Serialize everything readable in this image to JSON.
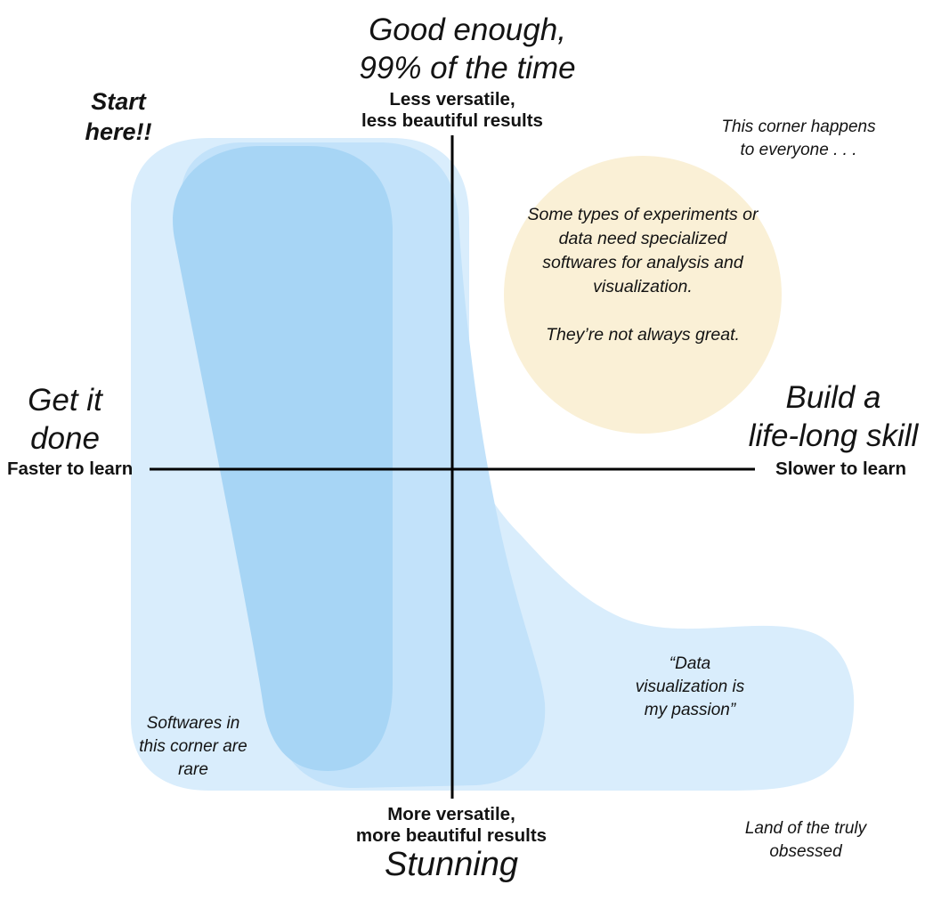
{
  "colors": {
    "background": "#ffffff",
    "blob_light": "#D9EDFC",
    "blob_medium": "#C2E2FA",
    "blob_dark": "#A7D5F5",
    "note_circle": "#FAF0D6",
    "axis": "#000000",
    "text": "#131313"
  },
  "quadrant": {
    "top_title": {
      "line1": "Good enough,",
      "line2": "99% of the time"
    },
    "top_axis": {
      "line1": "Less versatile,",
      "line2": "less beautiful results"
    },
    "bottom_axis": {
      "line1": "More versatile,",
      "line2": "more beautiful results"
    },
    "bottom_title": "Stunning",
    "left_title": {
      "line1": "Get it",
      "line2": "done"
    },
    "left_axis": "Faster to learn",
    "right_title": {
      "line1": "Build a",
      "line2": "life-long skill"
    },
    "right_axis": "Slower to learn"
  },
  "annotations": {
    "start_here": {
      "line1": "Start",
      "line2": "here!!"
    },
    "corner_everyone": {
      "line1": "This corner happens",
      "line2": "to everyone . . ."
    },
    "specialized_note": {
      "paragraph1": "Some types of experiments or data need specialized softwares for analysis and visualization.",
      "paragraph2": "They’re not always great."
    },
    "softwares_rare": {
      "line1": "Softwares in",
      "line2": "this corner are",
      "line3": "rare"
    },
    "passion_quote": {
      "line1": "“Data",
      "line2": "visualization is",
      "line3": "my passion”"
    },
    "obsessed": {
      "line1": "Land of the truly",
      "line2": "obsessed"
    }
  }
}
